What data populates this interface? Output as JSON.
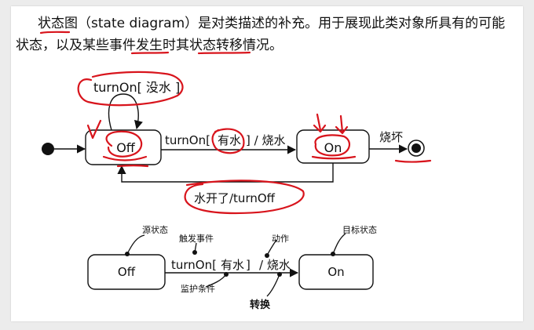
{
  "intro": {
    "term": "状态图",
    "rest": "（state diagram）是对类描述的补充。用于展现此类对象所具有的可能状态，以及某些事件发生时其状态转移情况。"
  },
  "top_diagram": {
    "states": {
      "off": "Off",
      "on": "On"
    },
    "self_transition": "turnOn[ 没水 ]",
    "forward_event": "turnOn[",
    "forward_guard": "有水",
    "forward_action": "] / 烧水",
    "back_transition": "水开了/turnOff",
    "final_transition": "烧坏"
  },
  "bottom_diagram": {
    "states": {
      "off": "Off",
      "on": "On"
    },
    "transition_event": "turnOn[",
    "transition_guard": "有水",
    "transition_close": "]",
    "transition_action": "/ 烧水",
    "annotations": {
      "source_state": "源状态",
      "trigger_event": "触发事件",
      "action": "动作",
      "target_state": "目标状态",
      "guard_condition": "监护条件",
      "transition": "转换"
    }
  },
  "colors": {
    "annotation_ink": "#d8141c",
    "line": "#111111"
  }
}
